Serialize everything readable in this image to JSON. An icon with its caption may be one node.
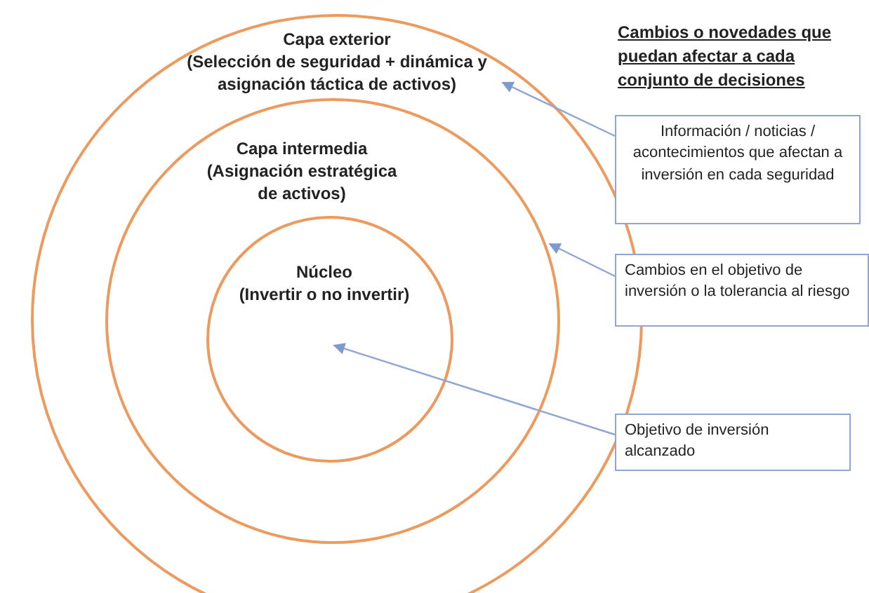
{
  "diagram": {
    "title": "Cambios o novedades que puedan afectar a cada conjunto de decisiones",
    "nodes": [
      {
        "text": [
          "Capa exterior",
          "(Selección de seguridad + dinámica y asignación táctica de activos)"
        ]
      },
      {
        "text": [
          "Capa intermedia",
          "(Asignación estratégica de activos)"
        ],
        "in": 0
      },
      {
        "text": [
          "Núcleo",
          "(Invertir o no invertir)"
        ],
        "in": 1
      },
      {
        "text": [
          "Información / noticias / acontecimientos que afectan a inversión en cada seguridad"
        ]
      },
      {
        "text": [
          "Cambios en el objetivo de inversión o la tolerancia al riesgo"
        ]
      },
      {
        "text": [
          "Objetivo de inversión alcanzado"
        ]
      }
    ],
    "edges": [
      {
        "from": 3,
        "to": 0,
        "arrow": "to"
      },
      {
        "from": 4,
        "to": 1,
        "arrow": "to"
      },
      {
        "from": 5,
        "to": 2,
        "arrow": "to"
      }
    ]
  }
}
